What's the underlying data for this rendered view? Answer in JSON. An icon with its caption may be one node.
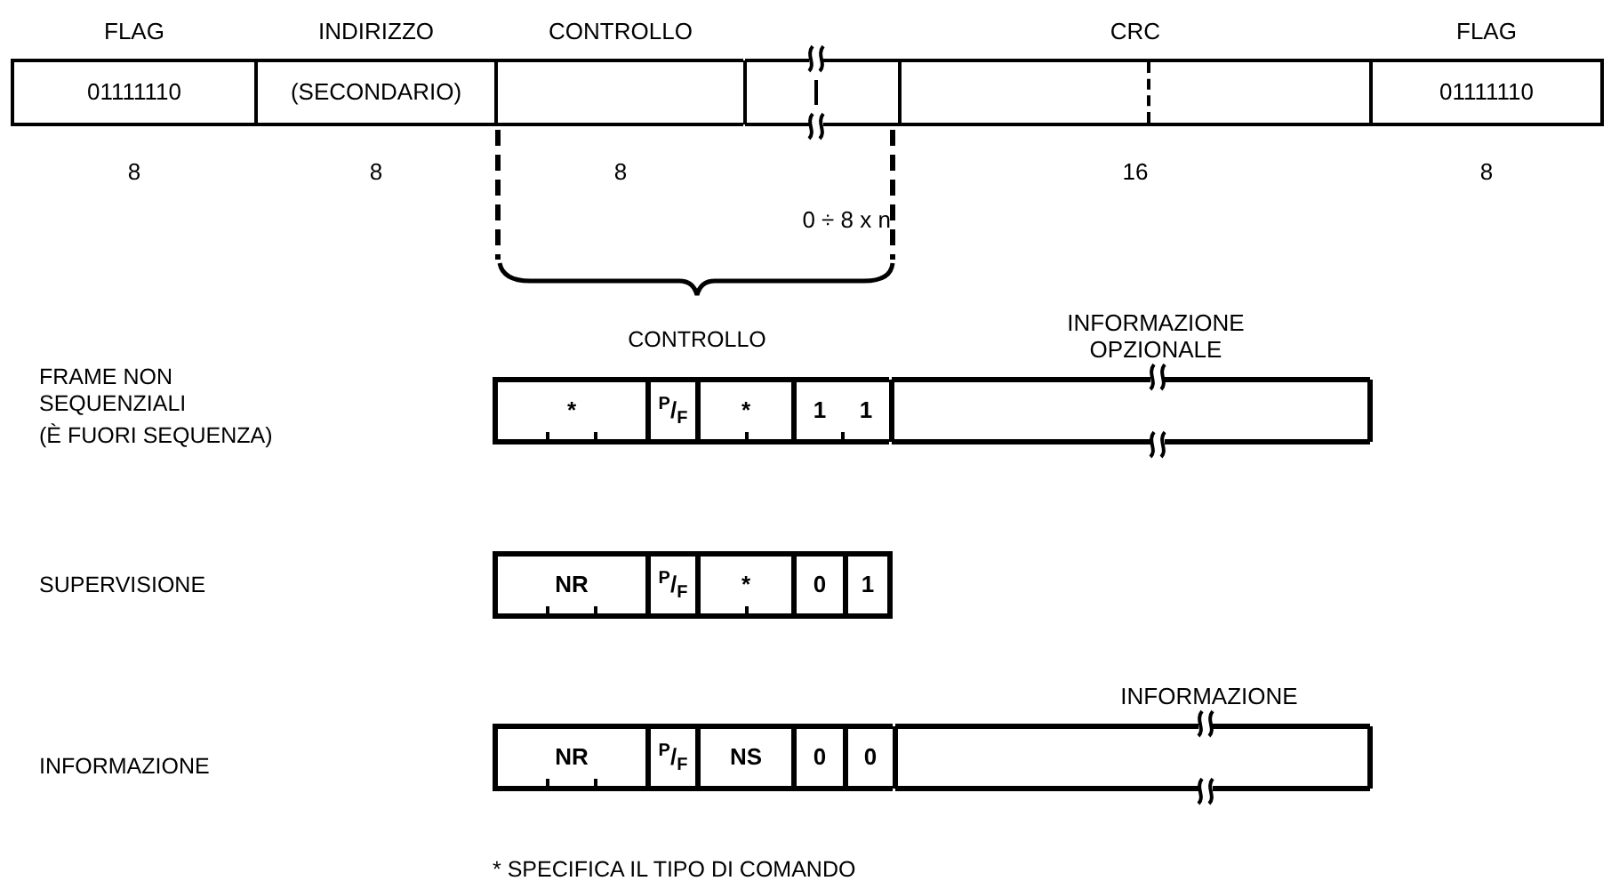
{
  "diagram": {
    "nodes": [
      {
        "text": [
          "FLAG",
          "01111110"
        ],
        "beside": [
          "8"
        ]
      },
      {
        "text": [
          "INDIRIZZO",
          "(SECONDARIO)"
        ],
        "beside": [
          "8"
        ]
      },
      {
        "text": [
          "CONTROLLO"
        ],
        "beside": [
          "8"
        ]
      },
      {
        "text": [],
        "shape": "box",
        "beside": [
          "0 ÷ 8 x n"
        ]
      },
      {
        "text": [
          "CRC"
        ],
        "beside": [
          "16"
        ]
      },
      {
        "text": [
          "FLAG",
          "01111110"
        ],
        "beside": [
          "8"
        ]
      },
      {
        "text": [
          "*"
        ]
      },
      {
        "text": [
          "$^{P}$/$_{F}$"
        ]
      },
      {
        "text": [
          "*"
        ]
      },
      {
        "text": [
          "1",
          "1"
        ]
      },
      {
        "text": [
          "INFORMAZIONE OPZIONALE"
        ]
      },
      {
        "text": [
          "NR"
        ]
      },
      {
        "text": [
          "$^{P}$/$_{F}$"
        ]
      },
      {
        "text": [
          "*"
        ]
      },
      {
        "text": [
          "0"
        ]
      },
      {
        "text": [
          "1"
        ]
      },
      {
        "text": [
          "NR"
        ]
      },
      {
        "text": [
          "$^{P}$/$_{F}$"
        ]
      },
      {
        "text": [
          "NS"
        ]
      },
      {
        "text": [
          "0"
        ]
      },
      {
        "text": [
          "0"
        ]
      },
      {
        "text": [
          "INFORMAZIONE"
        ]
      }
    ],
    "labels": [
      "CONTROLLO",
      "FRAME NON SEQUENZIALI",
      "(È FUORI SEQUENZA)",
      "SUPERVISIONE",
      "INFORMAZIONE",
      "* SPECIFICA IL TIPO DI COMANDO"
    ]
  }
}
